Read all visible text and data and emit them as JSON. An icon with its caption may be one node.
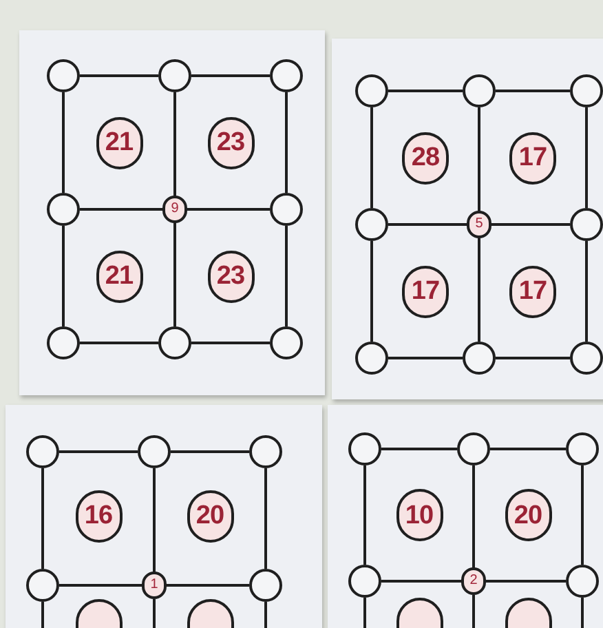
{
  "diagram": {
    "nodes": [
      {
        "text": [],
        "shape": "box"
      },
      {
        "text": [],
        "shape": "circle",
        "in": 0
      },
      {
        "text": [],
        "shape": "circle",
        "in": 0
      },
      {
        "text": [],
        "shape": "circle",
        "in": 0
      },
      {
        "text": [
          "21"
        ],
        "in": 0
      },
      {
        "text": [
          "23"
        ],
        "in": 0
      },
      {
        "text": [],
        "shape": "circle",
        "in": 0
      },
      {
        "text": [
          "9"
        ],
        "in": 0
      },
      {
        "text": [],
        "shape": "circle",
        "in": 0
      },
      {
        "text": [
          "21"
        ],
        "in": 0
      },
      {
        "text": [
          "23"
        ],
        "in": 0
      },
      {
        "text": [],
        "shape": "circle",
        "in": 0
      },
      {
        "text": [],
        "shape": "circle",
        "in": 0
      },
      {
        "text": [],
        "shape": "circle",
        "in": 0
      },
      {
        "text": [],
        "shape": "box"
      },
      {
        "text": [],
        "shape": "circle",
        "in": 14
      },
      {
        "text": [],
        "shape": "circle",
        "in": 14
      },
      {
        "text": [],
        "shape": "circle",
        "in": 14
      },
      {
        "text": [
          "28"
        ],
        "in": 14
      },
      {
        "text": [
          "17"
        ],
        "in": 14
      },
      {
        "text": [],
        "shape": "circle",
        "in": 14
      },
      {
        "text": [
          "5"
        ],
        "in": 14
      },
      {
        "text": [],
        "shape": "circle",
        "in": 14
      },
      {
        "text": [
          "17"
        ],
        "in": 14
      },
      {
        "text": [
          "17"
        ],
        "in": 14
      },
      {
        "text": [],
        "shape": "circle",
        "in": 14
      },
      {
        "text": [],
        "shape": "circle",
        "in": 14
      },
      {
        "text": [],
        "shape": "circle",
        "in": 14
      },
      {
        "text": [],
        "shape": "box"
      },
      {
        "text": [],
        "shape": "circle",
        "in": 28
      },
      {
        "text": [],
        "shape": "circle",
        "in": 28
      },
      {
        "text": [],
        "shape": "circle",
        "in": 28
      },
      {
        "text": [
          "16"
        ],
        "in": 28
      },
      {
        "text": [
          "20"
        ],
        "in": 28
      },
      {
        "text": [],
        "shape": "circle",
        "in": 28
      },
      {
        "text": [
          "1"
        ],
        "in": 28
      },
      {
        "text": [],
        "shape": "circle",
        "in": 28
      },
      {
        "text": [],
        "shape": "circle",
        "in": 28
      },
      {
        "text": [],
        "shape": "circle",
        "in": 28
      },
      {
        "text": [],
        "shape": "box"
      },
      {
        "text": [],
        "shape": "circle",
        "in": 39
      },
      {
        "text": [],
        "shape": "circle",
        "in": 39
      },
      {
        "text": [],
        "shape": "circle",
        "in": 39
      },
      {
        "text": [
          "10"
        ],
        "in": 39
      },
      {
        "text": [
          "20"
        ],
        "in": 39
      },
      {
        "text": [],
        "shape": "circle",
        "in": 39
      },
      {
        "text": [
          "2"
        ],
        "in": 39
      },
      {
        "text": [],
        "shape": "circle",
        "in": 39
      },
      {
        "text": [],
        "shape": "circle",
        "in": 39
      },
      {
        "text": [],
        "shape": "circle",
        "in": 39
      }
    ],
    "edges": [
      {
        "from": 1,
        "to": 2,
        "arrow": "none"
      },
      {
        "from": 2,
        "to": 3,
        "arrow": "none"
      },
      {
        "from": 6,
        "to": 7,
        "arrow": "none"
      },
      {
        "from": 7,
        "to": 8,
        "arrow": "none"
      },
      {
        "from": 11,
        "to": 12,
        "arrow": "none"
      },
      {
        "from": 12,
        "to": 13,
        "arrow": "none"
      },
      {
        "from": 1,
        "to": 6,
        "arrow": "none"
      },
      {
        "from": 6,
        "to": 11,
        "arrow": "none"
      },
      {
        "from": 2,
        "to": 7,
        "arrow": "none"
      },
      {
        "from": 7,
        "to": 12,
        "arrow": "none"
      },
      {
        "from": 3,
        "to": 8,
        "arrow": "none"
      },
      {
        "from": 8,
        "to": 13,
        "arrow": "none"
      },
      {
        "from": 15,
        "to": 16,
        "arrow": "none"
      },
      {
        "from": 16,
        "to": 17,
        "arrow": "none"
      },
      {
        "from": 20,
        "to": 21,
        "arrow": "none"
      },
      {
        "from": 21,
        "to": 22,
        "arrow": "none"
      },
      {
        "from": 25,
        "to": 26,
        "arrow": "none"
      },
      {
        "from": 26,
        "to": 27,
        "arrow": "none"
      },
      {
        "from": 15,
        "to": 20,
        "arrow": "none"
      },
      {
        "from": 20,
        "to": 25,
        "arrow": "none"
      },
      {
        "from": 16,
        "to": 21,
        "arrow": "none"
      },
      {
        "from": 21,
        "to": 26,
        "arrow": "none"
      },
      {
        "from": 17,
        "to": 22,
        "arrow": "none"
      },
      {
        "from": 22,
        "to": 27,
        "arrow": "none"
      },
      {
        "from": 29,
        "to": 30,
        "arrow": "none"
      },
      {
        "from": 30,
        "to": 31,
        "arrow": "none"
      },
      {
        "from": 34,
        "to": 35,
        "arrow": "none"
      },
      {
        "from": 35,
        "to": 36,
        "arrow": "none"
      },
      {
        "from": 29,
        "to": 34,
        "arrow": "none"
      },
      {
        "from": 30,
        "to": 35,
        "arrow": "none"
      },
      {
        "from": 31,
        "to": 36,
        "arrow": "none"
      },
      {
        "from": 34,
        "to": null,
        "arrow": "none"
      },
      {
        "from": 35,
        "to": null,
        "arrow": "none"
      },
      {
        "from": 36,
        "to": null,
        "arrow": "none"
      },
      {
        "from": 40,
        "to": 41,
        "arrow": "none"
      },
      {
        "from": 41,
        "to": 42,
        "arrow": "none"
      },
      {
        "from": 45,
        "to": 46,
        "arrow": "none"
      },
      {
        "from": 46,
        "to": 47,
        "arrow": "none"
      },
      {
        "from": 40,
        "to": 45,
        "arrow": "none"
      },
      {
        "from": 41,
        "to": 46,
        "arrow": "none"
      },
      {
        "from": 42,
        "to": 47,
        "arrow": "none"
      },
      {
        "from": 45,
        "to": null,
        "arrow": "none"
      },
      {
        "from": 46,
        "to": null,
        "arrow": "none"
      },
      {
        "from": 47,
        "to": null,
        "arrow": "none"
      }
    ]
  }
}
